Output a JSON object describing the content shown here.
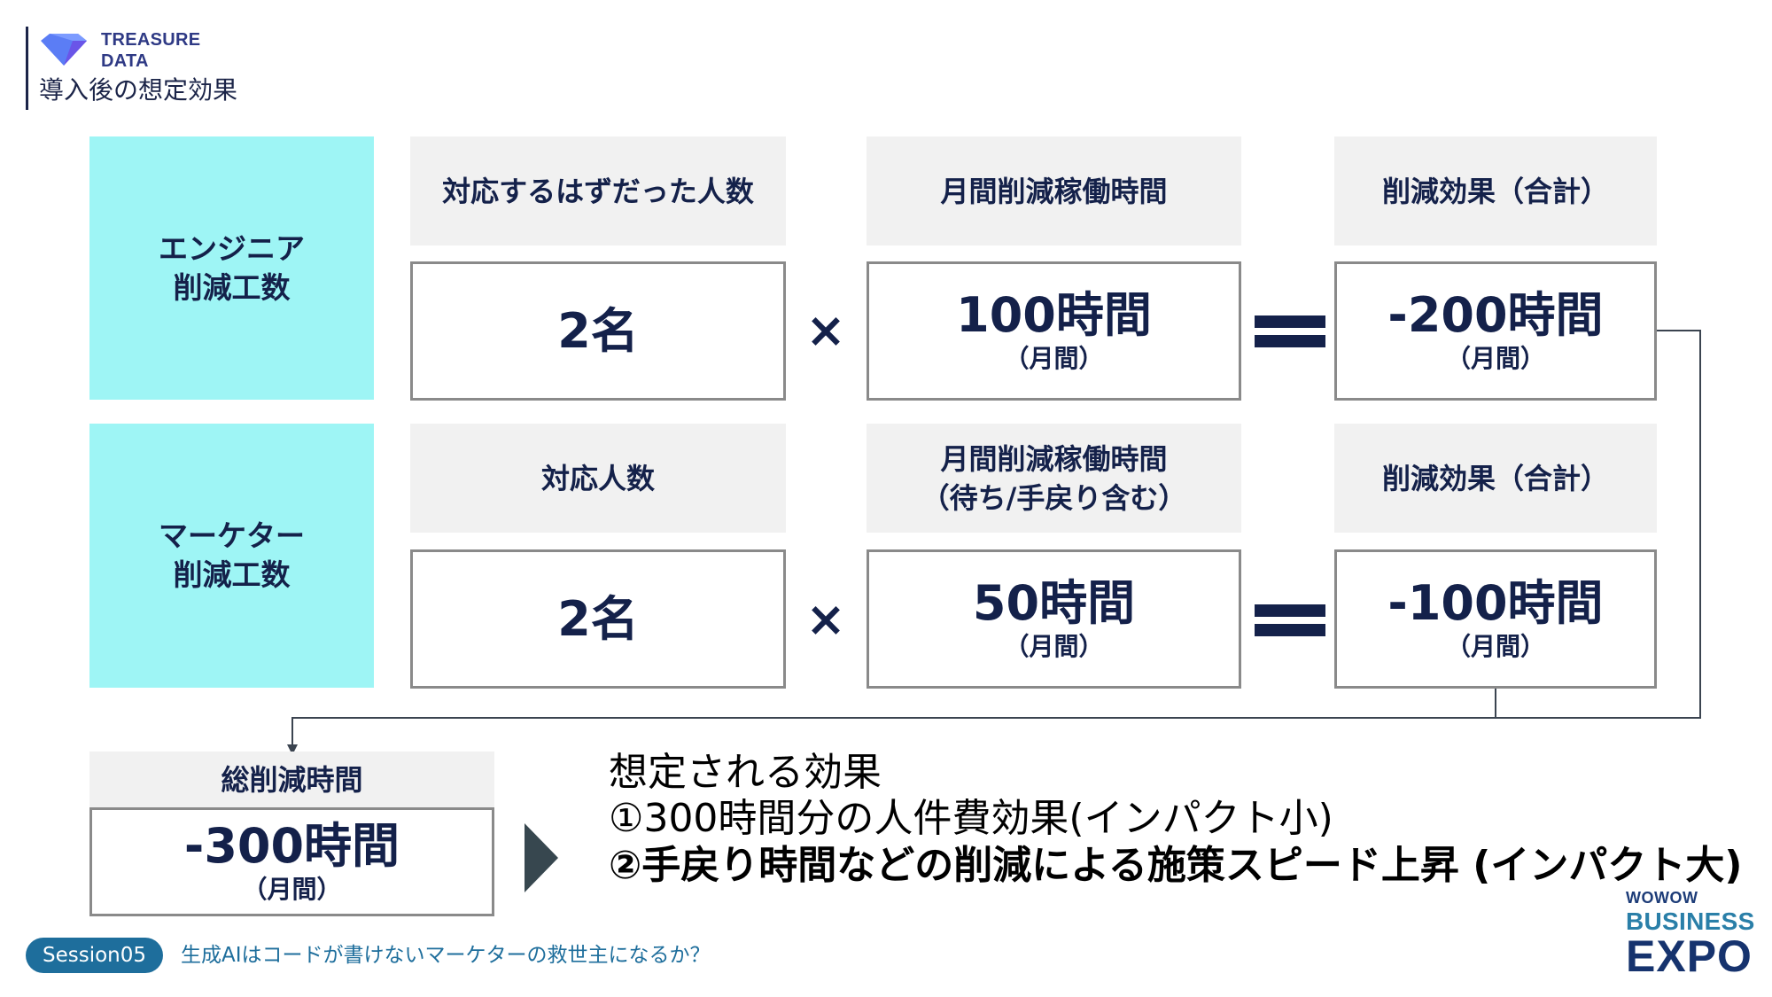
{
  "header": {
    "logo_line1": "TREASURE",
    "logo_line2": "DATA",
    "logo_icon": "diamond-gem-icon",
    "title": "導入後の想定効果"
  },
  "rows": [
    {
      "category": "エンジニア\n削減工数",
      "col1_header": "対応するはずだった人数",
      "col1_value": "2名",
      "operator1": "×",
      "col2_header": "月間削減稼働時間",
      "col2_value": "100時間",
      "col2_unit": "（月間）",
      "operator2": "=",
      "col3_header": "削減効果（合計）",
      "col3_value": "-200時間",
      "col3_unit": "（月間）"
    },
    {
      "category": "マーケター\n削減工数",
      "col1_header": "対応人数",
      "col1_value": "2名",
      "operator1": "×",
      "col2_header": "月間削減稼働時間\n（待ち/手戻り含む）",
      "col2_value": "50時間",
      "col2_unit": "（月間）",
      "operator2": "=",
      "col3_header": "削減効果（合計）",
      "col3_value": "-100時間",
      "col3_unit": "（月間）"
    }
  ],
  "total": {
    "header": "総削減時間",
    "value": "-300時間",
    "unit": "（月間）"
  },
  "effects": {
    "title": "想定される効果",
    "item1": "①300時間分の人件費効果(インパクト小)",
    "item2": "②手戻り時間などの削減による施策スピード上昇 (インパクト大)"
  },
  "footer": {
    "session_badge": "Session05",
    "session_title": "生成AIはコードが書けないマーケターの救世主になるか？",
    "event_logo": {
      "line1": "WOWOW",
      "line2": "BUSINESS",
      "line3": "EXPO"
    }
  },
  "colors": {
    "category_bg": "#9ef5f5",
    "header_bg": "#f1f1f1",
    "text_navy": "#14214a",
    "box_border": "#8a8a8a",
    "session_blue": "#1e6e9c",
    "arrow_gray": "#37474f"
  }
}
